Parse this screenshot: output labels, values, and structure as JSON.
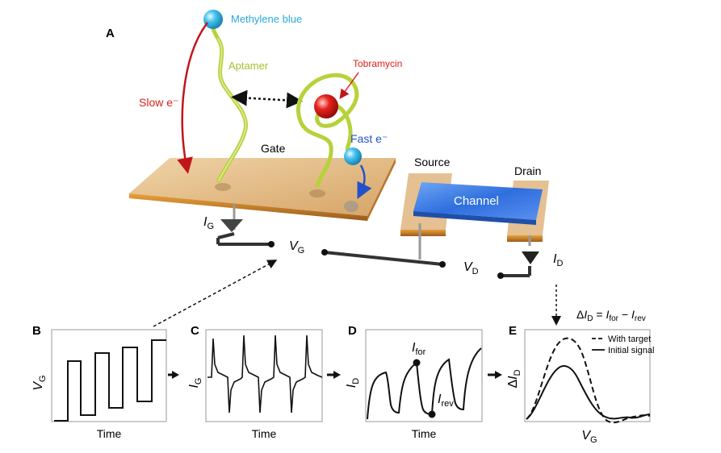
{
  "panel_a": {
    "panel_label": "A",
    "methylene_blue": "Methylene blue",
    "aptamer": "Aptamer",
    "tobramycin": "Tobramycin",
    "slow_e": "Slow e⁻",
    "fast_e": "Fast e⁻",
    "gate": "Gate",
    "source": "Source",
    "drain": "Drain",
    "channel": "Channel",
    "ig_main": "I",
    "ig_sub": "G",
    "vg_main": "V",
    "vg_sub": "G",
    "vd_main": "V",
    "vd_sub": "D",
    "id_main": "I",
    "id_sub": "D"
  },
  "panel_b": {
    "panel_label": "B",
    "ylabel_main": "V",
    "ylabel_sub": "G",
    "xlabel": "Time"
  },
  "panel_c": {
    "panel_label": "C",
    "ylabel_main": "I",
    "ylabel_sub": "G",
    "xlabel": "Time"
  },
  "panel_d": {
    "panel_label": "D",
    "ylabel_main": "I",
    "ylabel_sub": "D",
    "xlabel": "Time",
    "ifor_main": "I",
    "ifor_sub": "for",
    "irev_main": "I",
    "irev_sub": "rev"
  },
  "panel_e": {
    "panel_label": "E",
    "ylabel_delta": "Δ",
    "ylabel_main": "I",
    "ylabel_sub": "D",
    "xlabel_main": "V",
    "xlabel_sub": "G",
    "equation": {
      "delta": "Δ",
      "i1": "I",
      "s1": "D",
      "eq": " = ",
      "i2": "I",
      "s2": "for",
      "minus": " − ",
      "i3": "I",
      "s3": "rev"
    },
    "legend": [
      "With target",
      "Initial signal"
    ]
  },
  "colors": {
    "methylene_blue_text": "#2aa9df",
    "aptamer_text": "#a6bf2c",
    "tobramycin_text": "#e0201b",
    "slow_e": "#c0161b",
    "fast_e": "#2352c7",
    "gate_plate": "#d9a86a",
    "channel": "#3d7fe0"
  }
}
